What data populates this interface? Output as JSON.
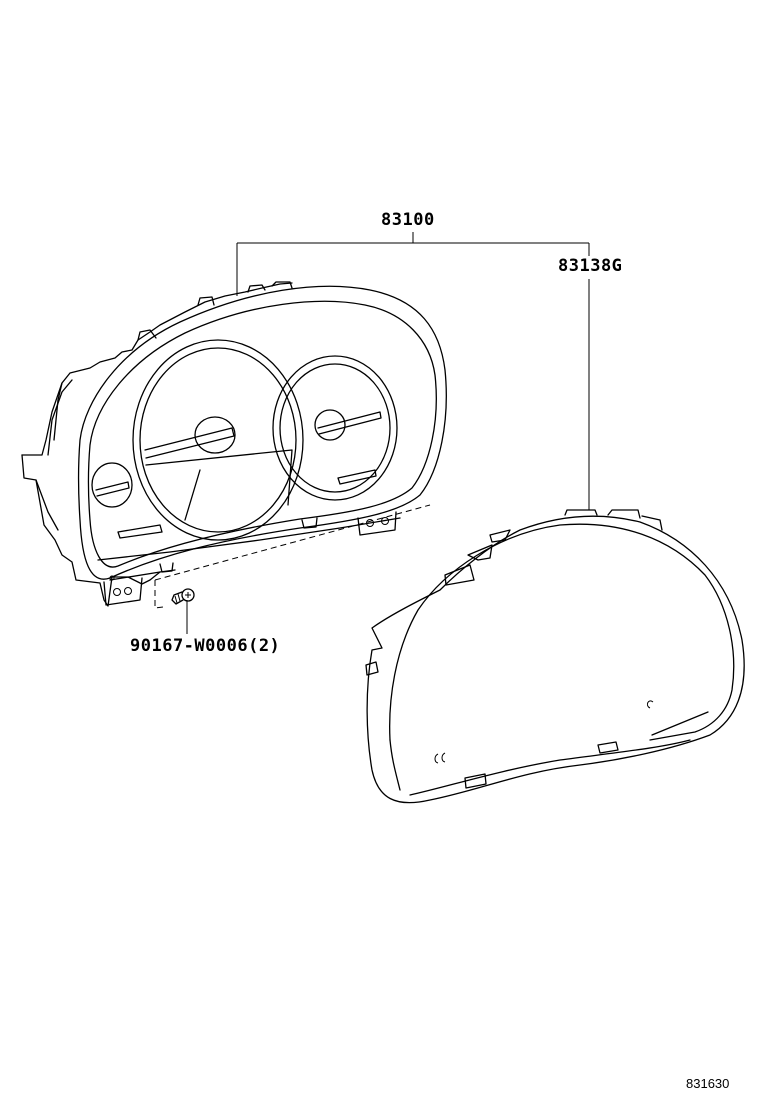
{
  "diagram": {
    "type": "exploded-parts-diagram",
    "background": "#ffffff",
    "line_color": "#000000",
    "parts": [
      {
        "id": "combination-meter-assembly",
        "part_number": "83100"
      },
      {
        "id": "meter-glass-cover",
        "part_number": "83138G"
      },
      {
        "id": "screw",
        "part_number": "90167-W0006(2)"
      }
    ],
    "figure_number": "831630"
  },
  "labels": {
    "assembly": "83100",
    "cover": "83138G",
    "screw": "90167-W0006(2)",
    "figure": "831630"
  }
}
